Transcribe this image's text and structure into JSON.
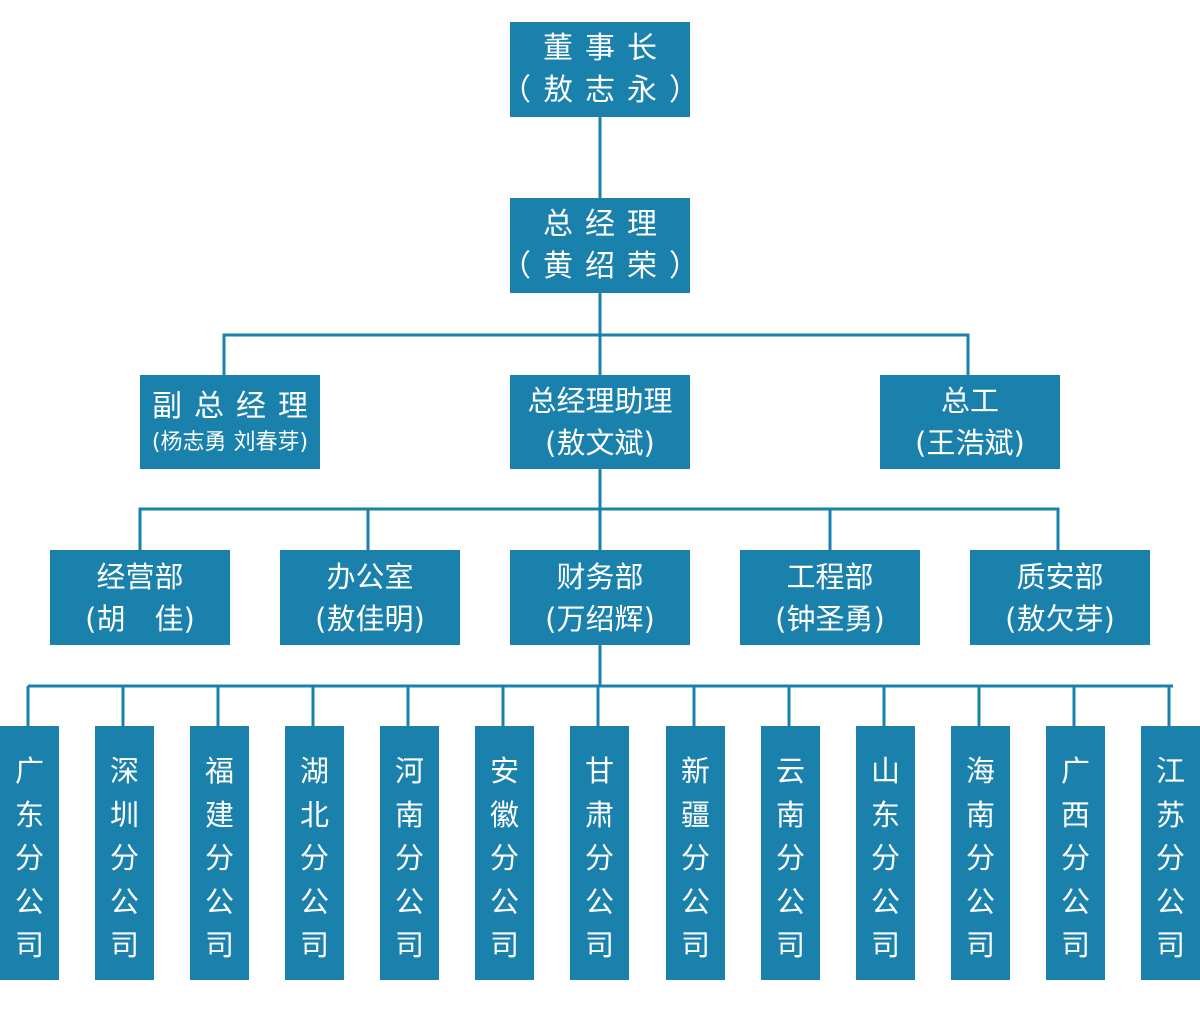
{
  "chairman": {
    "title": "董事长",
    "name": "（敖志永）"
  },
  "general_manager": {
    "title": "总经理",
    "name": "（黄绍荣）"
  },
  "deputy_gm": {
    "title": "副总经理",
    "name": "(杨志勇 刘春芽)"
  },
  "gm_assistant": {
    "title": "总经理助理",
    "name": "(敖文斌)"
  },
  "chief_engineer": {
    "title": "总工",
    "name": "(王浩斌)"
  },
  "departments": [
    {
      "title": "经营部",
      "name": "(胡　佳)"
    },
    {
      "title": "办公室",
      "name": "(敖佳明)"
    },
    {
      "title": "财务部",
      "name": "(万绍辉)"
    },
    {
      "title": "工程部",
      "name": "(钟圣勇)"
    },
    {
      "title": "质安部",
      "name": "(敖欠芽)"
    }
  ],
  "branches": [
    [
      "广",
      "东",
      "分",
      "公",
      "司"
    ],
    [
      "深",
      "圳",
      "分",
      "公",
      "司"
    ],
    [
      "福",
      "建",
      "分",
      "公",
      "司"
    ],
    [
      "湖",
      "北",
      "分",
      "公",
      "司"
    ],
    [
      "河",
      "南",
      "分",
      "公",
      "司"
    ],
    [
      "安",
      "徽",
      "分",
      "公",
      "司"
    ],
    [
      "甘",
      "肃",
      "分",
      "公",
      "司"
    ],
    [
      "新",
      "疆",
      "分",
      "公",
      "司"
    ],
    [
      "云",
      "南",
      "分",
      "公",
      "司"
    ],
    [
      "山",
      "东",
      "分",
      "公",
      "司"
    ],
    [
      "海",
      "南",
      "分",
      "公",
      "司"
    ],
    [
      "广",
      "西",
      "分",
      "公",
      "司"
    ],
    [
      "江",
      "苏",
      "分",
      "公",
      "司"
    ]
  ],
  "colors": {
    "box": "#1a80ac",
    "line": "#1a80ac",
    "text": "#ffffff"
  }
}
